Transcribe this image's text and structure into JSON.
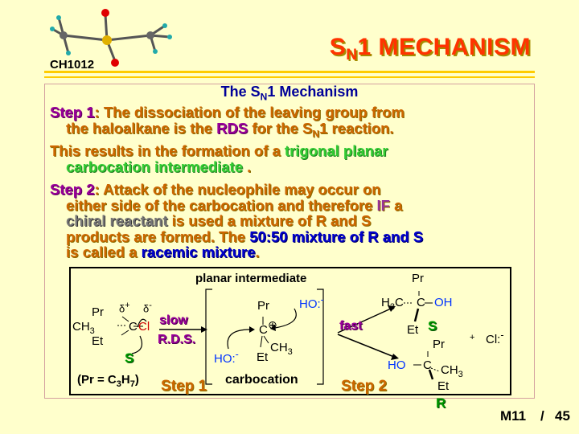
{
  "header": {
    "course_code": "CH1012",
    "title_main": "S",
    "title_sub": "N",
    "title_rest": "1 MECHANISM"
  },
  "panel": {
    "heading_pre": "The S",
    "heading_sub": "N",
    "heading_post": "1 Mechanism"
  },
  "step1": {
    "label": "Step 1",
    "text_a": ": The dissociation of the leaving group from",
    "text_b": "the haloalkane is the ",
    "rds": "RDS",
    "text_c": " for the S",
    "text_c_sub": "N",
    "text_d": "1 reaction."
  },
  "result": {
    "text_a": "This results in the formation of a ",
    "trigonal": "trigonal planar",
    "carbocation": "carbocation intermediate",
    "text_end": " ."
  },
  "step2": {
    "label": "Step 2",
    "text_a": ": Attack of the nucleophile may occur on",
    "text_b": "either side of the carbocation and therefore ",
    "if_word": "IF",
    "text_c": " a",
    "chiral": "chiral reactant",
    "text_d": " is used a mixture of R and S",
    "text_e": "products are formed. The ",
    "mix": "50:50 mixture of R and S",
    "text_f": "is called a ",
    "racemic": "racemic mixture",
    "text_g": "."
  },
  "scheme": {
    "planar_label": "planar intermediate",
    "reactant_pr": "Pr",
    "reactant_delta_plus": "δ",
    "reactant_delta_minus": "δ",
    "reactant_ch3": "CH",
    "reactant_ch3_sub": "3",
    "reactant_c": "C",
    "reactant_cl": "Cl",
    "reactant_et": "Et",
    "reactant_label": "S",
    "pr_formula_pre": "(Pr = C",
    "pr_formula_sub1": "3",
    "pr_formula_mid": "H",
    "pr_formula_sub2": "7",
    "pr_formula_post": ")",
    "slow": "slow",
    "rds": "R.D.S.",
    "int_pr": "Pr",
    "int_c": "C",
    "int_plus": "⊕",
    "int_ch3": "CH",
    "int_ch3_sub": "3",
    "int_et": "Et",
    "nu_top": "HO:",
    "nu_bottom": "HO:",
    "carbocation": "carbocation",
    "fast": "fast",
    "p1_pr": "Pr",
    "p1_h3c": "H",
    "p1_h3c_sub": "3",
    "p1_c_pre": "C",
    "p1_c": "C",
    "p1_oh": "OH",
    "p1_et": "Et",
    "p1_label": "S",
    "p2_pr": "Pr",
    "p2_ho": "HO",
    "p2_c": "C",
    "p2_ch3": "CH",
    "p2_ch3_sub": "3",
    "p2_et": "Et",
    "p2_label": "R",
    "plus_sign": "+",
    "chloride": "Cl:",
    "step1_label": "Step 1",
    "step2_label": "Step 2"
  },
  "footer": {
    "slide_id": "M11",
    "separator": "/",
    "page": "45"
  }
}
